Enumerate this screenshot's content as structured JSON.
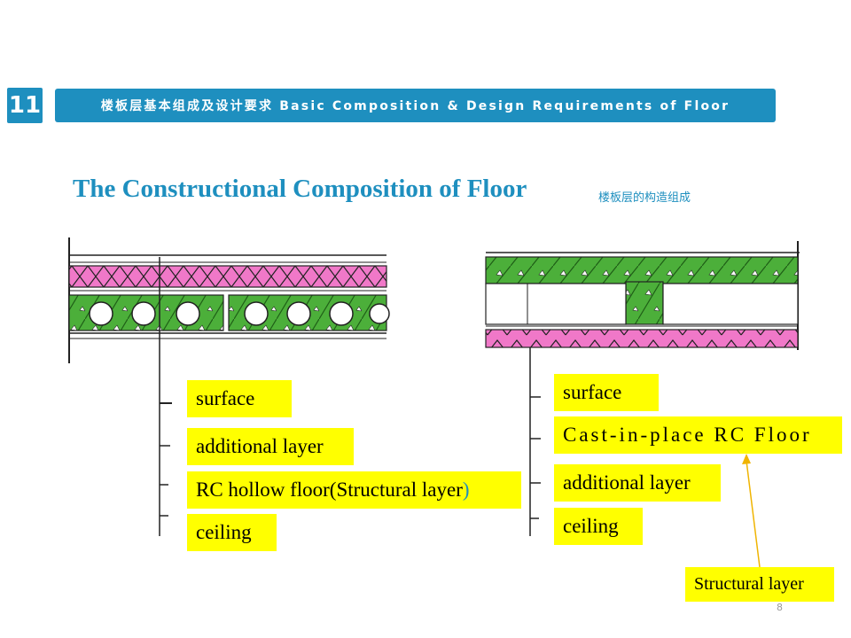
{
  "header": {
    "section_number": "11",
    "banner_text": "楼板层基本组成及设计要求 Basic Composition & Design Requirements of Floor"
  },
  "title": {
    "main": "The Constructional Composition of Floor",
    "sub": "楼板层的构造组成"
  },
  "left_diagram": {
    "labels": {
      "surface": "surface",
      "additional_layer": "additional layer",
      "structural_main": "RC hollow floor(Structural layer",
      "structural_paren": ")",
      "ceiling": "ceiling"
    }
  },
  "right_diagram": {
    "labels": {
      "surface": "surface",
      "cast_in_place": "Cast-in-place RC Floor",
      "additional_layer": "additional layer",
      "ceiling": "ceiling",
      "structural_callout": "Structural layer"
    }
  },
  "colors": {
    "accent": "#1e8fbf",
    "highlight": "#ffff00",
    "concrete_green": "#4caf3a",
    "insulation_pink": "#f078c8",
    "arrow": "#f0b400"
  },
  "page_number": "8"
}
